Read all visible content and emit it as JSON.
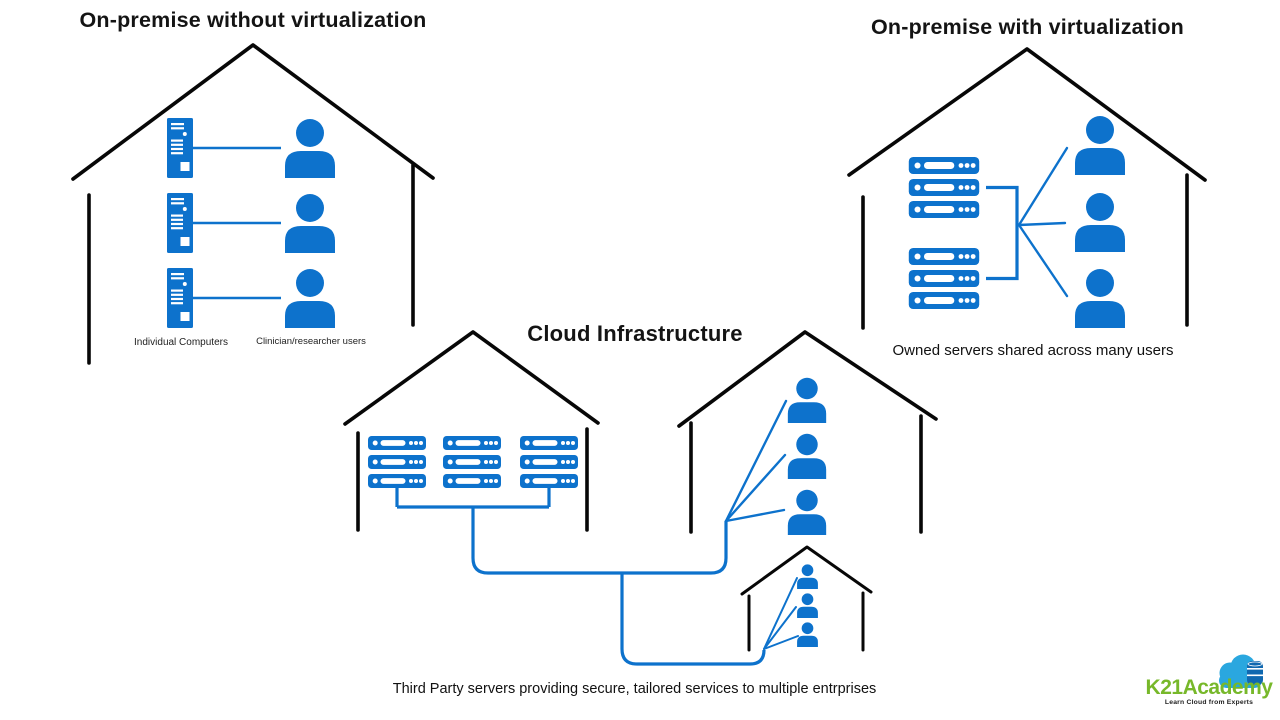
{
  "page": {
    "background": "#ffffff"
  },
  "colors": {
    "icon_blue": "#0D72CC",
    "house_black": "#070707",
    "logo_green": "#77B82A",
    "logo_cloud_blue": "#2AA7DF",
    "logo_db_blue": "#1068B0"
  },
  "sections": {
    "on_premise_without": {
      "title": "On-premise without virtualization",
      "computers_label": "Individual Computers",
      "users_label": "Clinician/researcher users",
      "computer_count": 3,
      "user_count": 3
    },
    "on_premise_with": {
      "title": "On-premise with virtualization",
      "caption": "Owned servers shared across many users",
      "server_count": 6,
      "user_count": 3
    },
    "cloud": {
      "title": "Cloud Infrastructure",
      "caption": "Third Party servers providing secure, tailored services to multiple entrprises",
      "server_rack_count": 9,
      "enterprise_user_count": 3,
      "small_enterprise_user_count": 3
    }
  },
  "logo": {
    "brand": "K21Academy",
    "tagline": "Learn Cloud from Experts"
  },
  "icons": {
    "user-icon": "person silhouette (circle head over rounded shoulders)",
    "tower-pc-icon": "desktop tower computer with drive slots and power button",
    "rack-server-icon": "horizontal rack server with status light, slot bar and three dots",
    "house-outline-icon": "pitched roof house outline",
    "cloud-icon": "cloud shape in brand logo",
    "database-icon": "database cylinder on logo cloud"
  }
}
